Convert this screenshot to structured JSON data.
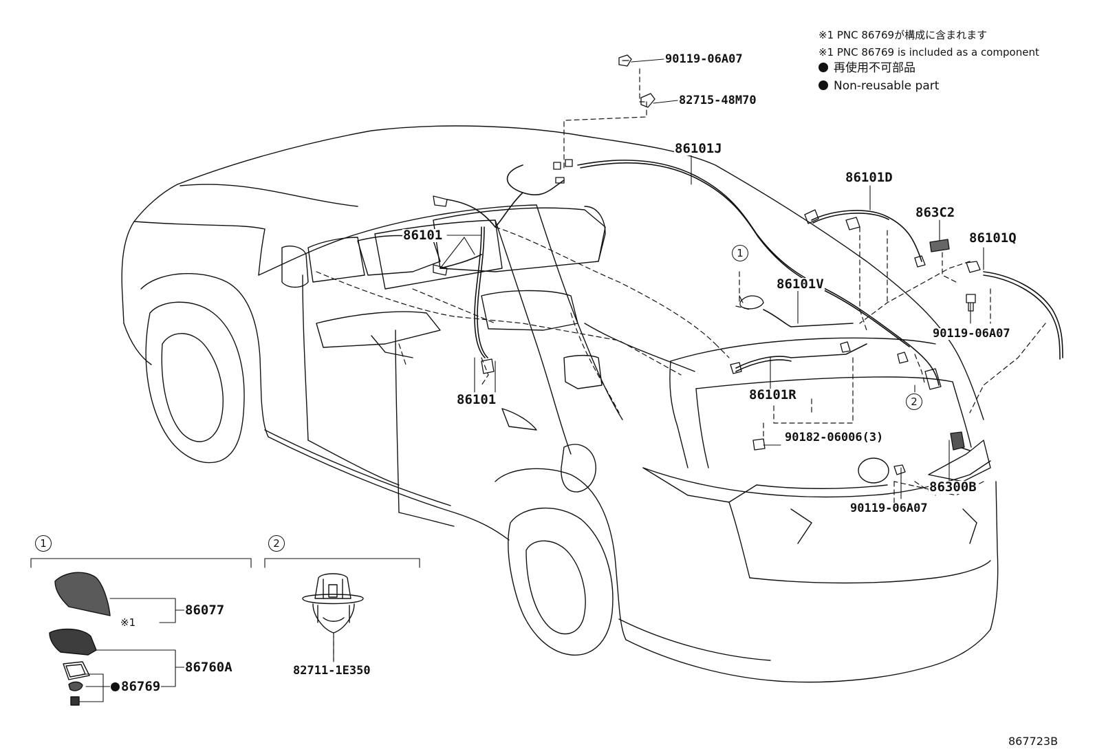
{
  "notes": {
    "line1": "※1 PNC 86769が構成に含まれます",
    "line2": "※1 PNC 86769 is included as a component",
    "line3": "再使用不可部品",
    "line4": "Non-reusable part"
  },
  "callouts": {
    "detail1": "1",
    "detail2": "2"
  },
  "parts": {
    "p_90119_top": "90119-06A07",
    "p_82715": "82715-48M70",
    "p_86101J": "86101J",
    "p_86101D": "86101D",
    "p_863C2": "863C2",
    "p_86101Q": "86101Q",
    "p_86101_upper": "86101",
    "p_86101V": "86101V",
    "p_90119_right": "90119-06A07",
    "p_86101_lower": "86101",
    "p_86101R": "86101R",
    "p_90182": "90182-06006(3)",
    "p_86300B": "86300B",
    "p_90119_bottom": "90119-06A07",
    "p_86077": "86077",
    "p_ref1": "※1",
    "p_86760A": "86760A",
    "p_86769": "86769",
    "p_82711": "82711-1E350"
  },
  "diagram_id": "867723B",
  "colors": {
    "line": "#111111",
    "background": "#ffffff",
    "part_fill": "#555555"
  }
}
